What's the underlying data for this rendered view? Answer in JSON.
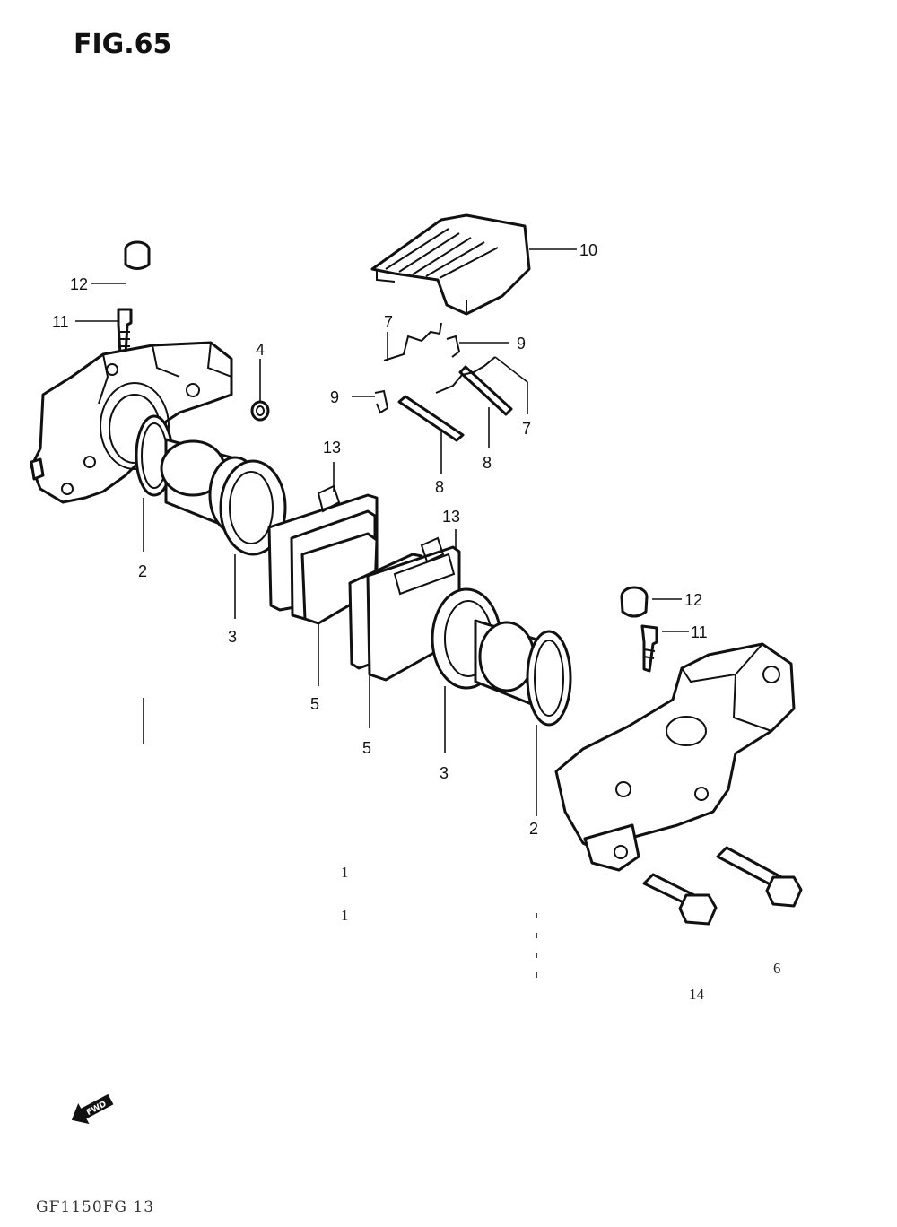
{
  "figure": {
    "title": "FIG.65",
    "footer_code": "GF1150FG 13",
    "fwd_label": "FWD"
  },
  "callouts": {
    "c1": "1",
    "c1b": "1",
    "c2a": "2",
    "c2b": "2",
    "c3a": "3",
    "c3b": "3",
    "c4": "4",
    "c5a": "5",
    "c5b": "5",
    "c6": "6",
    "c7a": "7",
    "c7b": "7",
    "c8a": "8",
    "c8b": "8",
    "c9a": "9",
    "c9b": "9",
    "c10": "10",
    "c11a": "11",
    "c11b": "11",
    "c12a": "12",
    "c12b": "12",
    "c13a": "13",
    "c13b": "13",
    "c14": "14"
  }
}
